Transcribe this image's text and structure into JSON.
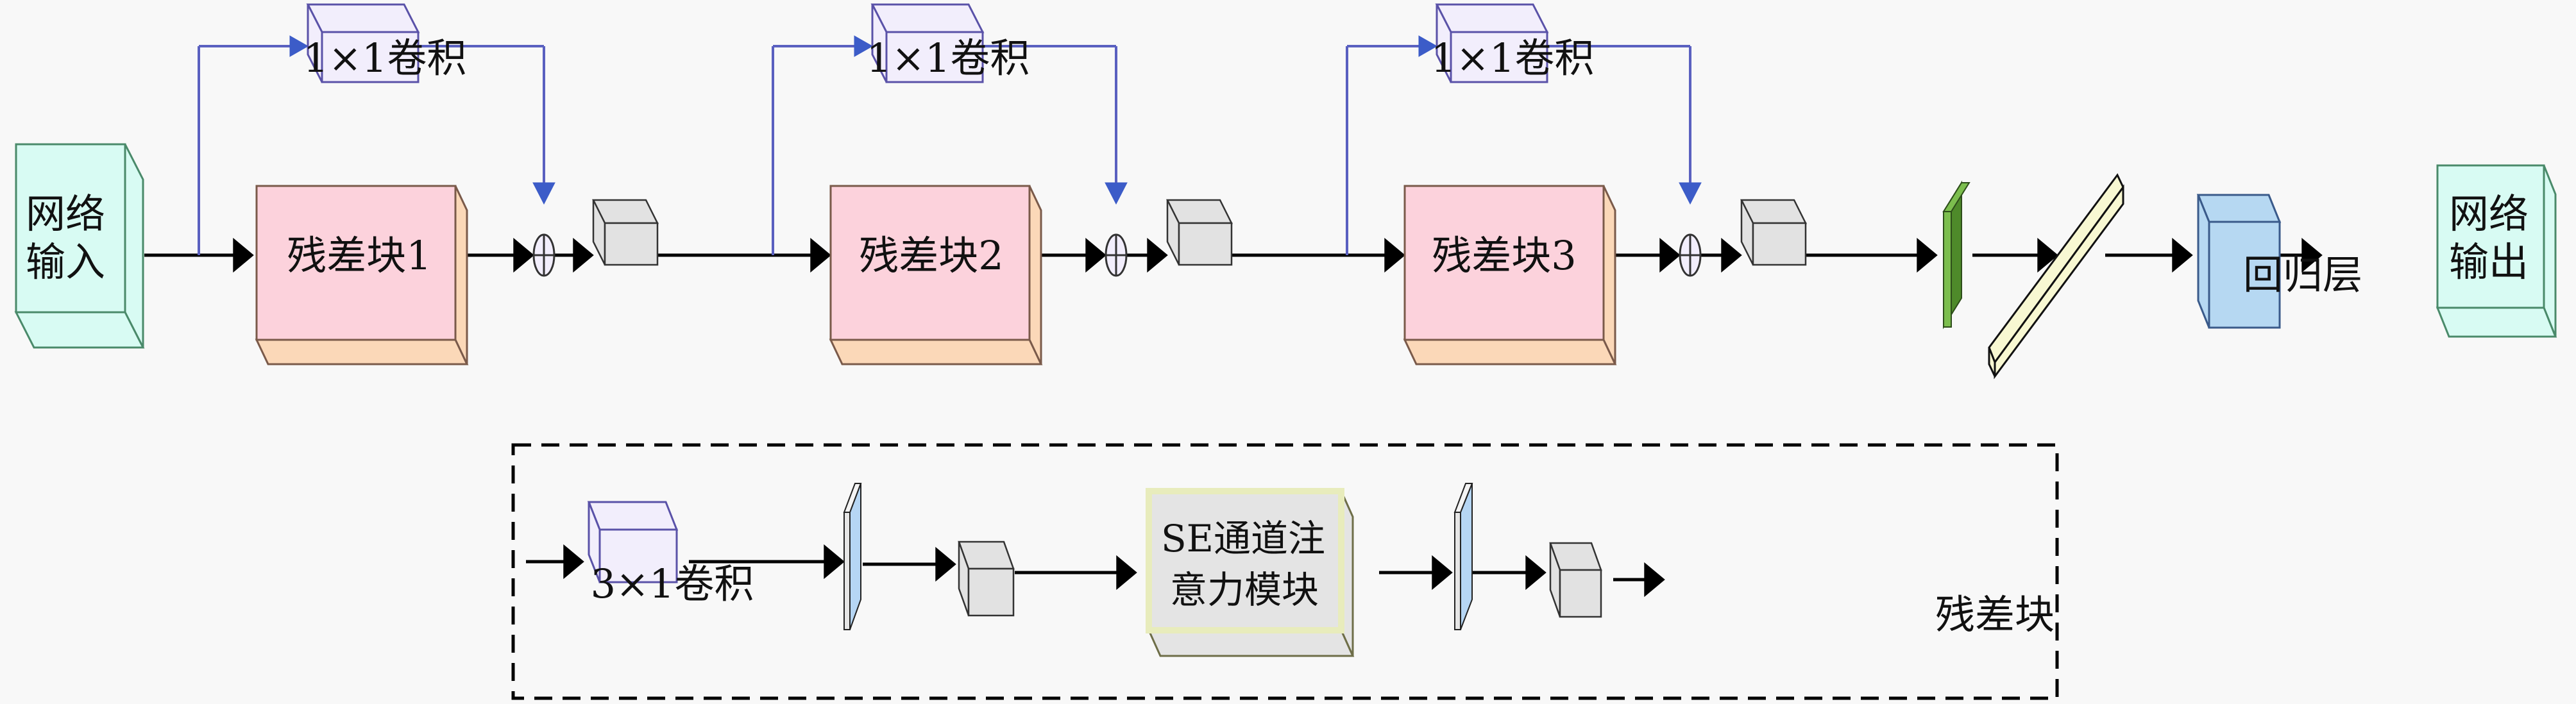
{
  "diagram": {
    "title": "Residual network with SE channel attention",
    "colors": {
      "background": "#f8f8f8",
      "io_fill": "#d8fbf3",
      "io_stroke": "#4a8a6a",
      "res_fill": "#fcd2dc",
      "res_back": "#fbd8b8",
      "res_stroke": "#7a5a4a",
      "conv_fill": "#f2eefc",
      "conv_stroke": "#5a52a8",
      "skip_line": "#5a60c0",
      "skip_arrow": "#3c5cc8",
      "gray_fill": "#e2e2e2",
      "green_fill": "#4e8a2a",
      "green_light": "#7cbe4e",
      "flat_fill": "#f8f8d2",
      "reg_fill": "#b6d8f2",
      "reg_stroke": "#3a5a8a",
      "bn_fill": "#b6d6f4",
      "se_fill": "#e4e4e4",
      "se_frame": "#e8ecbc",
      "arrow": "#000000"
    },
    "input_block": {
      "label_line1": "网络",
      "label_line2": "输入"
    },
    "output_block": {
      "label_line1": "网络",
      "label_line2": "输出"
    },
    "residual_blocks": [
      {
        "label": "残差块1",
        "shortcut_label": "1×1卷积"
      },
      {
        "label": "残差块2",
        "shortcut_label": "1×1卷积"
      },
      {
        "label": "残差块3",
        "shortcut_label": "1×1卷积"
      }
    ],
    "add_symbol": "⊕",
    "regression_layer": {
      "label": "回归层"
    },
    "detail_panel": {
      "caption": "残差块",
      "conv_label": "3×1卷积",
      "se_label_line1": "SE通道注",
      "se_label_line2": "意力模块"
    }
  }
}
